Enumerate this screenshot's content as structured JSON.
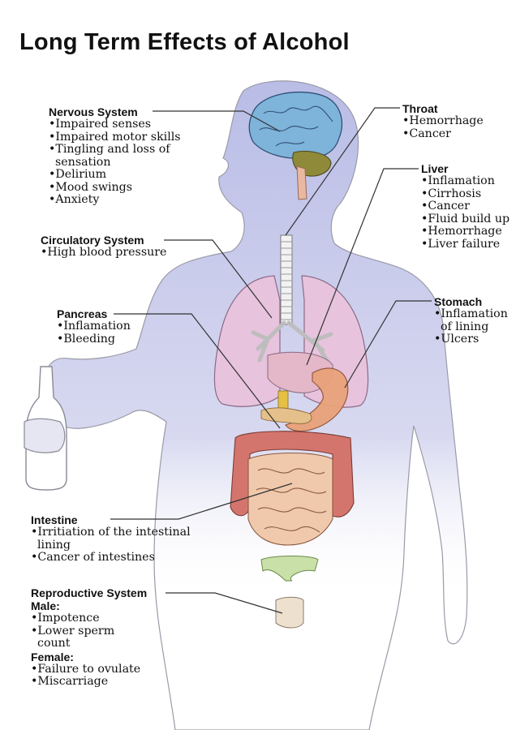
{
  "title": "Long Term Effects of Alcohol",
  "labels": {
    "nervous": {
      "heading": "Nervous System",
      "items": [
        "•Impaired senses",
        "•Impaired motor skills",
        "•Tingling and loss of",
        "sensation",
        "•Delirium",
        "•Mood swings",
        "•Anxiety"
      ]
    },
    "circulatory": {
      "heading": "Circulatory System",
      "items": [
        "•High blood pressure"
      ]
    },
    "pancreas": {
      "heading": "Pancreas",
      "items": [
        "•Inflamation",
        "•Bleeding"
      ]
    },
    "intestine": {
      "heading": "Intestine",
      "items": [
        "•Irritiation of the intestinal",
        "lining",
        "•Cancer of intestines"
      ]
    },
    "reproductive": {
      "heading": "Reproductive System",
      "male_heading": "Male:",
      "male_items": [
        "•Impotence",
        "•Lower sperm",
        "count"
      ],
      "female_heading": "Female:",
      "female_items": [
        "•Failure to ovulate",
        "•Miscarriage"
      ]
    },
    "throat": {
      "heading": "Throat",
      "items": [
        "•Hemorrhage",
        "•Cancer"
      ]
    },
    "liver": {
      "heading": "Liver",
      "items": [
        "•Inflamation",
        "•Cirrhosis",
        "•Cancer",
        "•Fluid build up",
        "•Hemorrhage",
        "•Liver failure"
      ]
    },
    "stomach": {
      "heading": "Stomach",
      "items": [
        "•Inflamation",
        "of lining",
        "•Ulcers"
      ]
    }
  },
  "colors": {
    "body_fill": "#c9cbe9",
    "brain": "#7eb3da",
    "cerebellum": "#8f8a3a",
    "lungs": "#e7c3dd",
    "trachea": "#f2f2f2",
    "liver": "#e4b7c9",
    "stomach": "#e9a27a",
    "intestine": "#f0c9ad",
    "colon": "#d4756d",
    "pelvis": "#c9e0a8",
    "leader_line": "#333333"
  }
}
